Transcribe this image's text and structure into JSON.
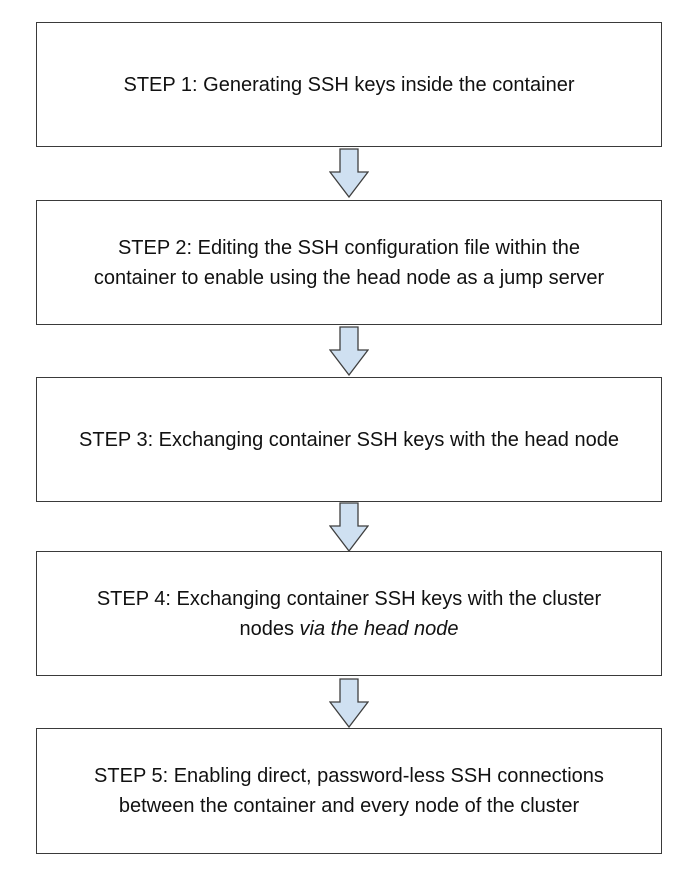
{
  "steps": [
    {
      "text": "STEP 1: Generating SSH keys inside the container",
      "italic_suffix": ""
    },
    {
      "text": "STEP 2: Editing the SSH configuration file within the container to enable using the head node as a jump server",
      "italic_suffix": ""
    },
    {
      "text": "STEP 3: Exchanging container SSH keys with the head node",
      "italic_suffix": ""
    },
    {
      "text": "STEP 4: Exchanging container SSH keys with the cluster nodes ",
      "italic_suffix": "via the head node"
    },
    {
      "text": "STEP 5: Enabling direct, password-less SSH connections between the container and every node of the cluster",
      "italic_suffix": ""
    }
  ],
  "colors": {
    "arrow_fill": "#cfe0f1",
    "arrow_stroke": "#3f3f3f",
    "box_border": "#3a3a3a"
  },
  "icons": {
    "connector": "down-arrow-icon"
  }
}
